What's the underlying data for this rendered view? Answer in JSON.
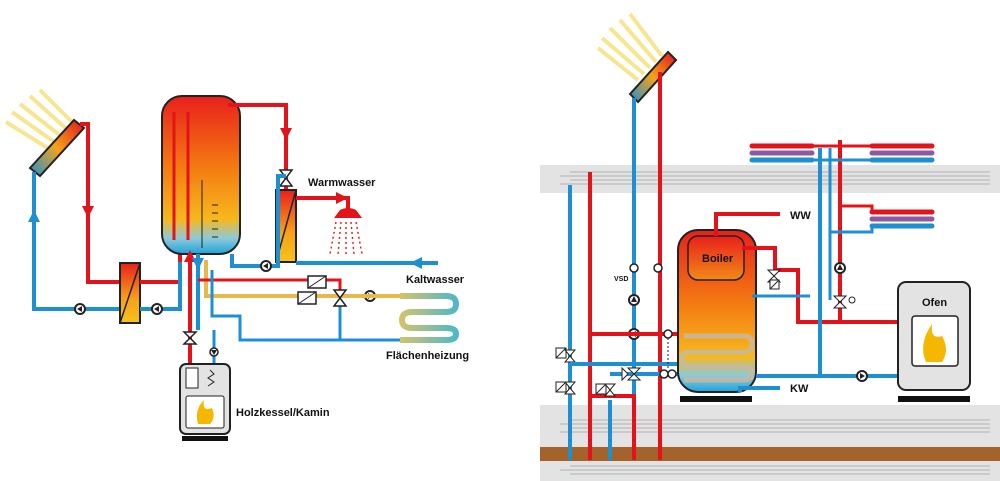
{
  "left_diagram": {
    "labels": {
      "warmwasser": "Warmwasser",
      "kaltwasser": "Kaltwasser",
      "flaechenheizung": "Flächenheizung",
      "holzkessel": "Holzkessel/Kamin"
    }
  },
  "right_diagram": {
    "labels": {
      "ww": "WW",
      "boiler": "Boiler",
      "vsd": "VSD",
      "kw": "KW",
      "ofen": "Ofen"
    }
  },
  "colors": {
    "hot_pipe": "#e3131b",
    "cold_pipe": "#1e8fd0",
    "mixed_pipe": "#e8b84a",
    "floor_band": "#e3e3e3",
    "brown_band": "#a5622a",
    "sun_rays": "#f7e690",
    "flame": "#f5b800"
  }
}
